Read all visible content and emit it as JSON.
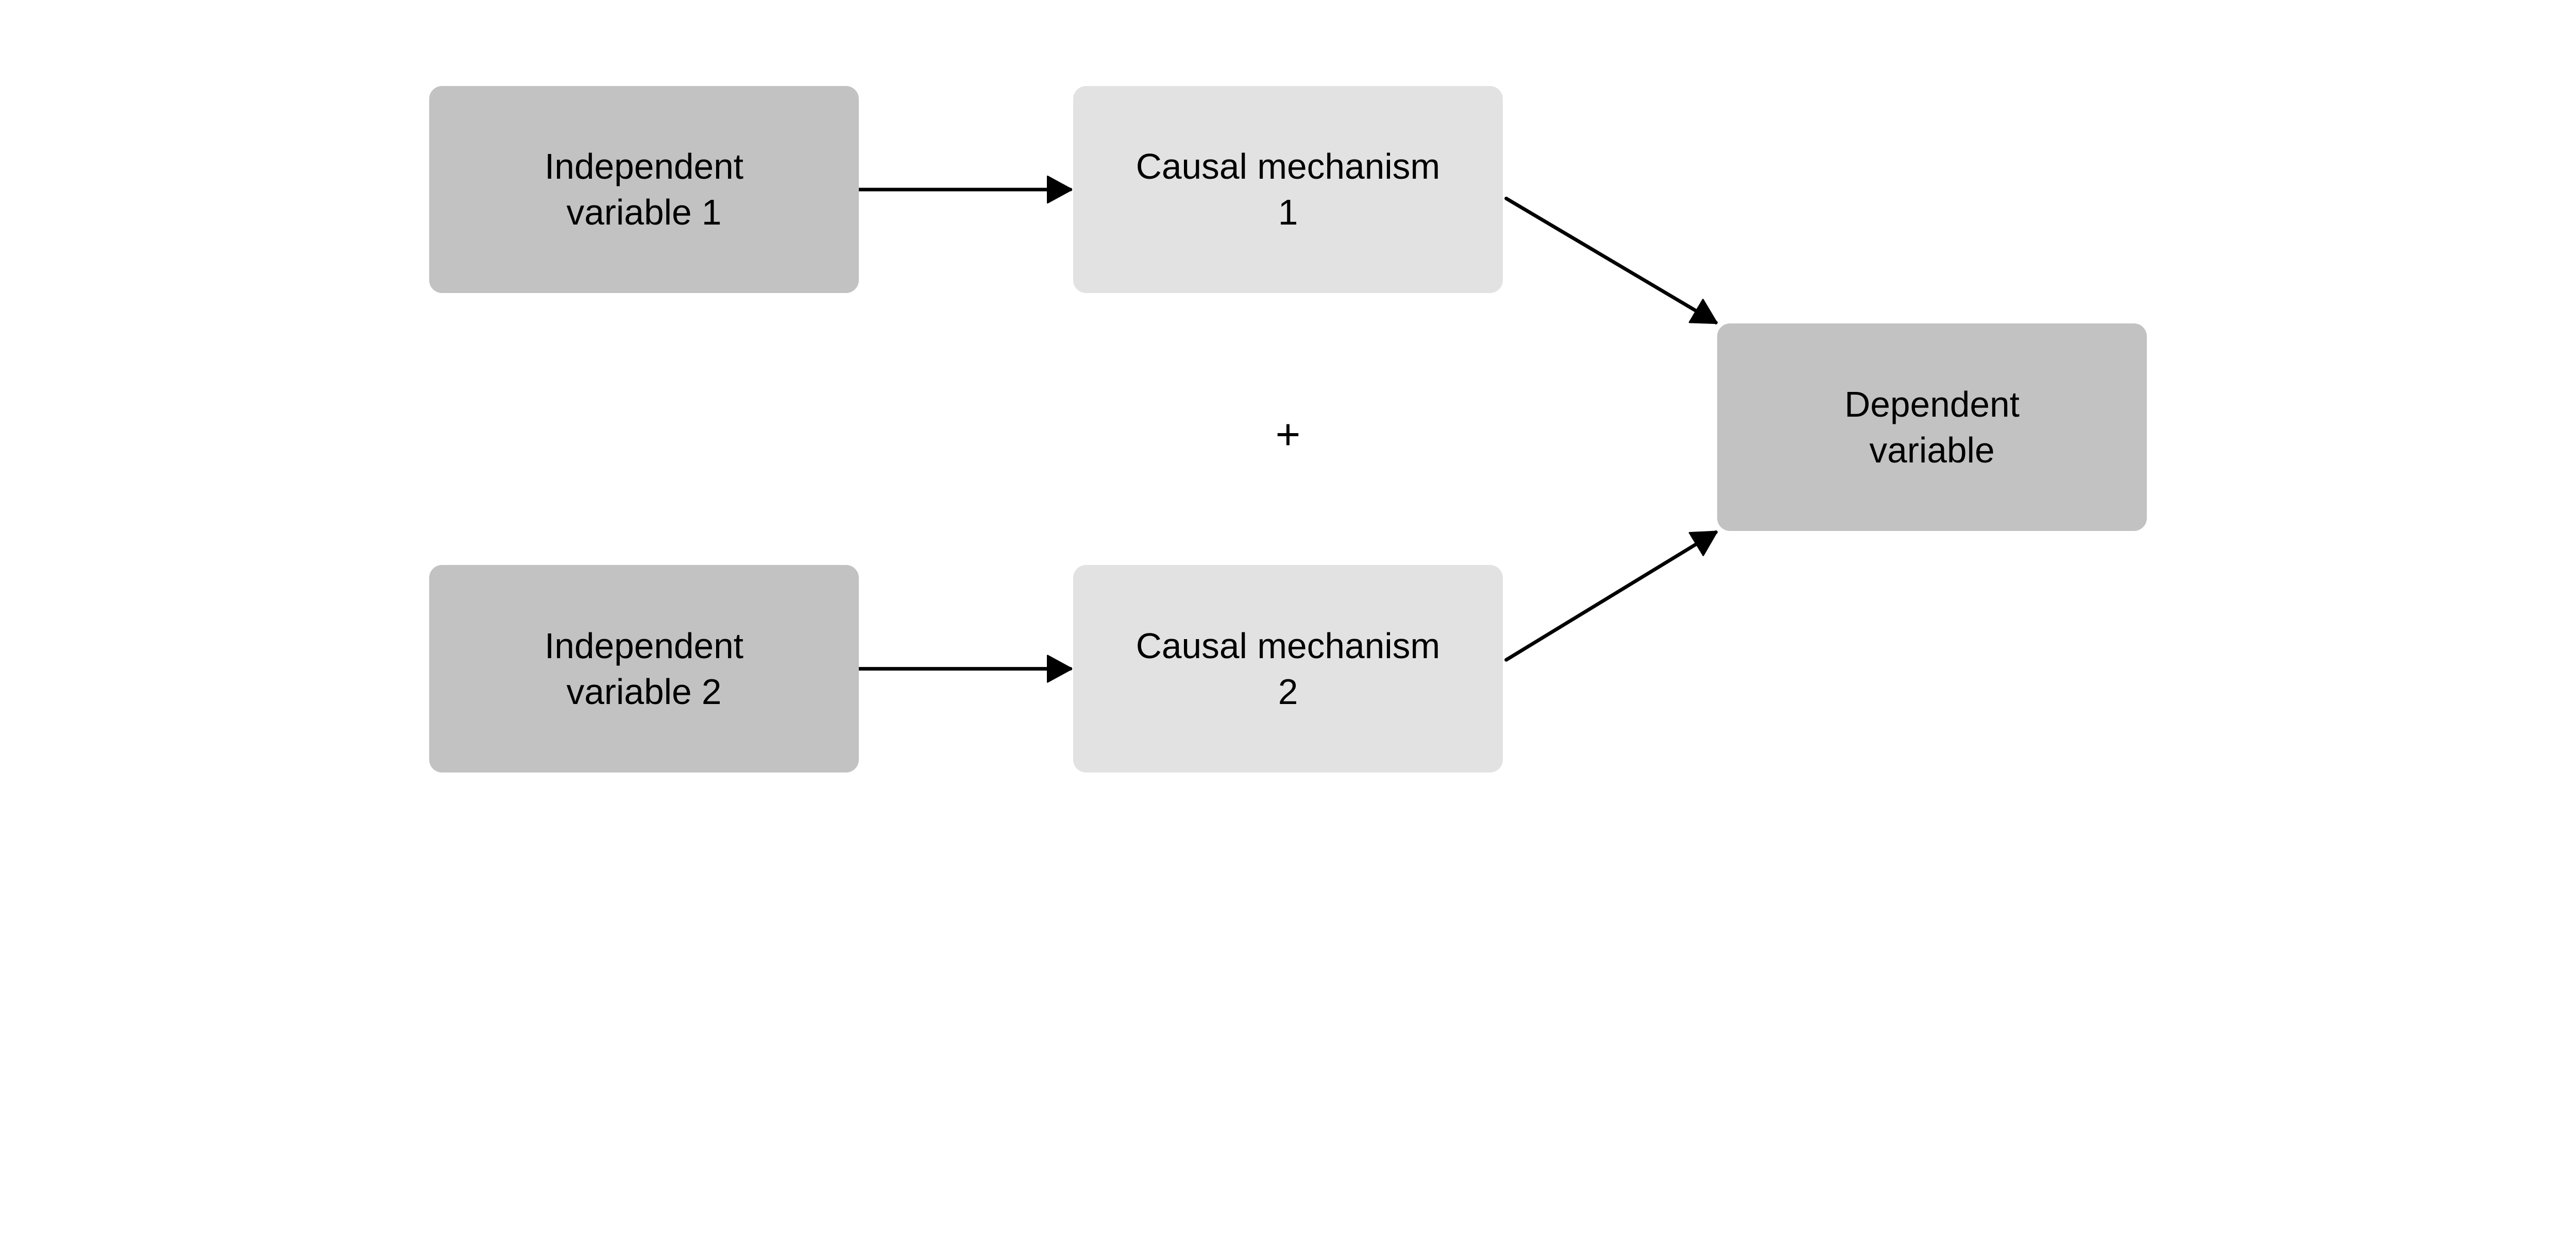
{
  "diagram": {
    "background_color": "#ffffff",
    "text_color": "#000000",
    "arrow_color": "#000000",
    "node_fill_dark": "#c2c2c2",
    "node_fill_light": "#e2e2e2",
    "operator": "+",
    "nodes": {
      "iv1": {
        "label": "Independent\nvariable 1",
        "fill": "#c2c2c2"
      },
      "cm1": {
        "label": "Causal mechanism\n1",
        "fill": "#e2e2e2"
      },
      "iv2": {
        "label": "Independent\nvariable 2",
        "fill": "#c2c2c2"
      },
      "cm2": {
        "label": "Causal mechanism\n2",
        "fill": "#e2e2e2"
      },
      "dv": {
        "label": "Dependent\nvariable",
        "fill": "#c2c2c2"
      }
    },
    "edges": [
      {
        "from": "iv1",
        "to": "cm1"
      },
      {
        "from": "iv2",
        "to": "cm2"
      },
      {
        "from": "cm1",
        "to": "dv"
      },
      {
        "from": "cm2",
        "to": "dv"
      }
    ]
  }
}
